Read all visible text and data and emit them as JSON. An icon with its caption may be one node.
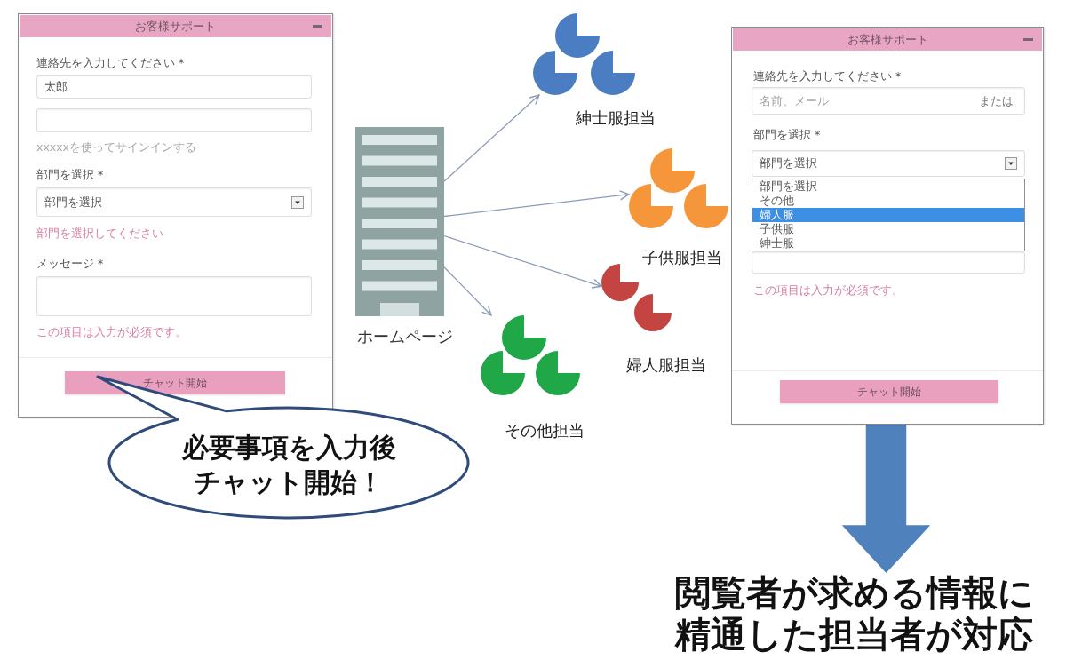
{
  "diagram": {
    "nodes": [
      {
        "text": [
          "お客様サポート",
          "連絡先を入力してください *",
          "xxxxxを使ってサインインする",
          "部門を選択 *",
          "部門を選択してください",
          "メッセージ *",
          "この項目は入力が必須です。"
        ]
      },
      {
        "text": [
          "太郎"
        ],
        "in": 0
      },
      {
        "text": [],
        "shape": "box",
        "in": 0
      },
      {
        "text": [
          "部門を選択"
        ],
        "in": 0
      },
      {
        "text": [],
        "shape": "box",
        "in": 0
      },
      {
        "text": [
          "チャット開始"
        ],
        "in": 0
      },
      {
        "text": [
          "必要事項を入力後チャット開始！"
        ]
      },
      {
        "text": [
          "ホームページ"
        ]
      },
      {
        "text": [
          "紳士服担当"
        ]
      },
      {
        "text": [
          "子供服担当"
        ]
      },
      {
        "text": [
          "婦人服担当"
        ]
      },
      {
        "text": [
          "その他担当"
        ]
      },
      {
        "text": [
          "お客様サポート",
          "連絡先を入力してください *",
          "部門を選択 *",
          "この項目は入力が必須です。"
        ]
      },
      {
        "text": [
          "名前、メール",
          "または"
        ],
        "in": 12
      },
      {
        "text": [
          "部門を選択"
        ],
        "in": 12
      },
      {
        "text": [
          "部門を選択",
          "その他",
          "婦人服",
          "子供服",
          "紳士服"
        ],
        "in": 12
      },
      {
        "text": [],
        "shape": "box",
        "in": 12
      },
      {
        "text": [
          "チャット開始"
        ],
        "in": 12
      },
      {
        "text": [
          "閲覧者が求める情報に精通した担当者が対応"
        ]
      }
    ],
    "edges": [
      {
        "from": 7,
        "to": 8,
        "arrow": "to"
      },
      {
        "from": 7,
        "to": 9,
        "arrow": "to"
      },
      {
        "from": 7,
        "to": 10,
        "arrow": "to"
      },
      {
        "from": 7,
        "to": 11,
        "arrow": "to"
      },
      {
        "from": 12,
        "to": 18,
        "arrow": "to",
        "style": "thick",
        "color": "#4f81bd"
      }
    ]
  }
}
